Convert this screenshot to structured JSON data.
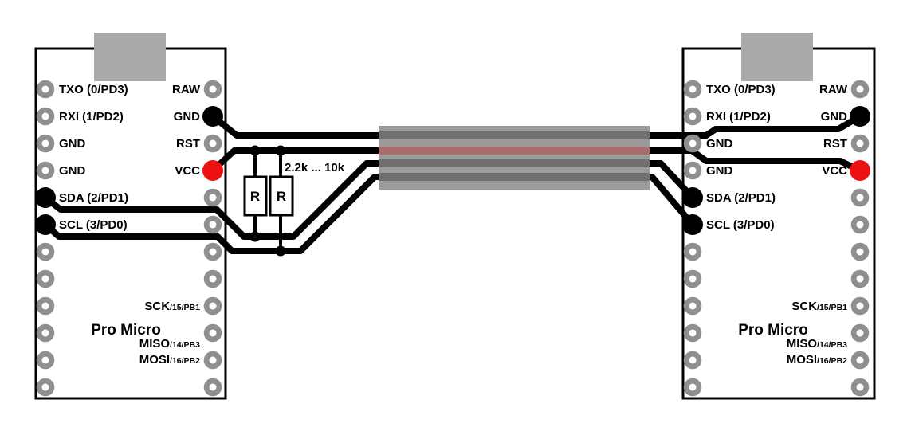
{
  "colors": {
    "wire_black": "#000000",
    "wire_red": "#ee1111",
    "pin_ring_gray": "#8f8f8f",
    "cable_gray": "#9b9b9b",
    "cable_stripe_dark": "#6f6f6f",
    "cable_stripe_red": "#a86c6c",
    "usb_gray": "#aaaaaa"
  },
  "board": {
    "name": "Pro Micro",
    "left_pins": [
      "TXO (0/PD3)",
      "RXI (1/PD2)",
      "GND",
      "GND",
      "SDA (2/PD1)",
      "SCL (3/PD0)"
    ],
    "right_pins": [
      "RAW",
      "GND",
      "RST",
      "VCC"
    ],
    "spi_pins": [
      {
        "main": "SCK",
        "sub": "/15/PB1"
      },
      {
        "main": "MISO",
        "sub": "/14/PB3"
      },
      {
        "main": "MOSI",
        "sub": "/16/PB2"
      }
    ]
  },
  "resistors": {
    "label": "R",
    "value_range": "2.2k ... 10k"
  }
}
